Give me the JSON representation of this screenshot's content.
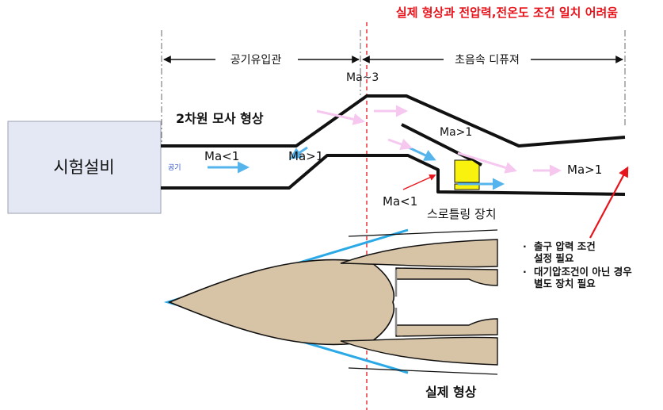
{
  "header": {
    "title": "실제 형상과 전압력,전온도 조건 일치 어려움"
  },
  "sections": {
    "inlet": "공기유입관",
    "diffuser": "초음속 디퓨져"
  },
  "labels": {
    "facility": "시험설비",
    "model2d": "2차원 모사 형상",
    "air": "공기",
    "ma3": "Ma~3",
    "ma_lt1_inlet": "Ma<1",
    "ma_gt1_inlet": "Ma>1",
    "ma_gt1_upper": "Ma>1",
    "ma_gt1_exit": "Ma>1",
    "ma_lt1_throttle": "Ma<1",
    "throttle": "스로틀링 장치",
    "real_shape": "실제 형상"
  },
  "notes": [
    {
      "lines": [
        "출구 압력 조건",
        "설정 필요"
      ]
    },
    {
      "lines": [
        "대기압조건이 아닌 경우",
        "별도 장치 필요"
      ]
    }
  ],
  "colors": {
    "title_red": "#e8141b",
    "facility_fill": "#e4e8f4",
    "arrow_blue": "#55b4ec",
    "arrow_pink": "#f6c8ef",
    "cone_blue": "#2aa9e6",
    "body_tan": "#d7c3a6",
    "throttle_yellow": "#f8f20e"
  }
}
